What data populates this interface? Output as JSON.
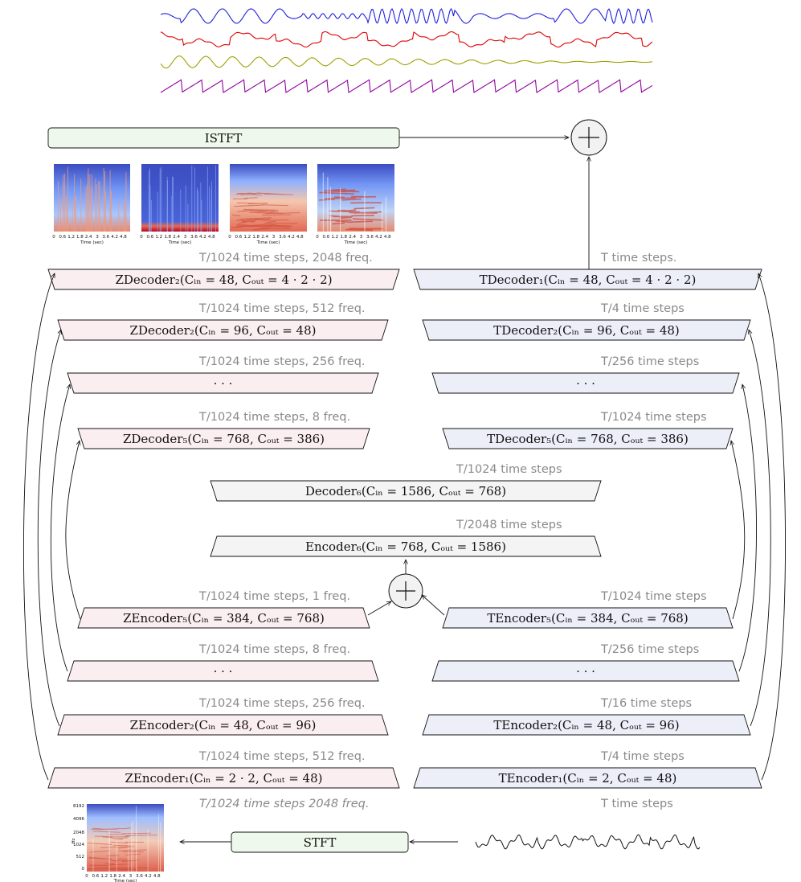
{
  "colors": {
    "z_fill": "#fbeef1",
    "t_fill": "#eceef8",
    "mid_fill": "#f4f4f4",
    "stft_fill": "#eef8ec",
    "note": "#8a8a8a",
    "wave_blue": "#1f1fe0",
    "wave_red": "#e00000",
    "wave_olive": "#a0a000",
    "wave_purple": "#9000a0"
  },
  "istft": {
    "label": "ISTFT"
  },
  "stft": {
    "label": "STFT"
  },
  "plus_symbol": "+",
  "spectrogram_ticks": [
    "0",
    "0.6",
    "1.2",
    "1.8",
    "2.4",
    "3",
    "3.6",
    "4.2",
    "4.8"
  ],
  "spectrogram_xlabel": "Time (sec)",
  "input_spec": {
    "ylabel": "Hz",
    "yticks": [
      "8192",
      "4096",
      "2048",
      "1024",
      "512",
      "0"
    ]
  },
  "z_branch": {
    "decoders": [
      {
        "label": "ZDecoder₂(Cᵢₙ = 48, Cₒᵤₜ = 4 · 2 · 2)",
        "note_above": "T/1024 time steps, 2048 freq."
      },
      {
        "label": "ZDecoder₂(Cᵢₙ = 96, Cₒᵤₜ = 48)",
        "note_above": "T/1024 time steps, 512 freq."
      },
      {
        "label": "· · ·",
        "note_above": "T/1024 time steps, 256 freq."
      },
      {
        "label": "ZDecoder₅(Cᵢₙ = 768, Cₒᵤₜ = 386)",
        "note_above": "T/1024 time steps, 8 freq."
      }
    ],
    "encoders": [
      {
        "label": "ZEncoder₅(Cᵢₙ = 384, Cₒᵤₜ = 768)",
        "note_above": "T/1024 time steps, 1 freq."
      },
      {
        "label": "· · ·",
        "note_above": "T/1024 time steps, 8 freq."
      },
      {
        "label": "ZEncoder₂(Cᵢₙ = 48, Cₒᵤₜ = 96)",
        "note_above": "T/1024 time steps, 256 freq."
      },
      {
        "label": "ZEncoder₁(Cᵢₙ = 2 · 2, Cₒᵤₜ = 48)",
        "note_above": "T/1024 time steps, 512 freq."
      }
    ],
    "input_note": "T/1024 time steps 2048 freq."
  },
  "t_branch": {
    "decoders": [
      {
        "label": "TDecoder₁(Cᵢₙ = 48, Cₒᵤₜ = 4 · 2 · 2)",
        "note_above": "T time steps."
      },
      {
        "label": "TDecoder₂(Cᵢₙ = 96, Cₒᵤₜ = 48)",
        "note_above": "T/4 time steps"
      },
      {
        "label": "· · ·",
        "note_above": "T/256 time steps"
      },
      {
        "label": "TDecoder₅(Cᵢₙ = 768, Cₒᵤₜ = 386)",
        "note_above": "T/1024 time steps"
      }
    ],
    "encoders": [
      {
        "label": "TEncoder₅(Cᵢₙ = 384, Cₒᵤₜ = 768)",
        "note_above": "T/1024 time steps"
      },
      {
        "label": "· · ·",
        "note_above": "T/256 time steps"
      },
      {
        "label": "TEncoder₂(Cᵢₙ = 48, Cₒᵤₜ = 96)",
        "note_above": "T/16 time steps"
      },
      {
        "label": "TEncoder₁(Cᵢₙ = 2, Cₒᵤₜ = 48)",
        "note_above": "T/4 time steps"
      }
    ],
    "input_note": "T time steps"
  },
  "shared": {
    "decoder6": {
      "label": "Decoder₆(Cᵢₙ = 1586, Cₒᵤₜ = 768)",
      "note_above": "T/1024 time steps"
    },
    "encoder6": {
      "label": "Encoder₆(Cᵢₙ = 768, Cₒᵤₜ = 1586)",
      "note_above": "T/2048 time steps"
    }
  }
}
